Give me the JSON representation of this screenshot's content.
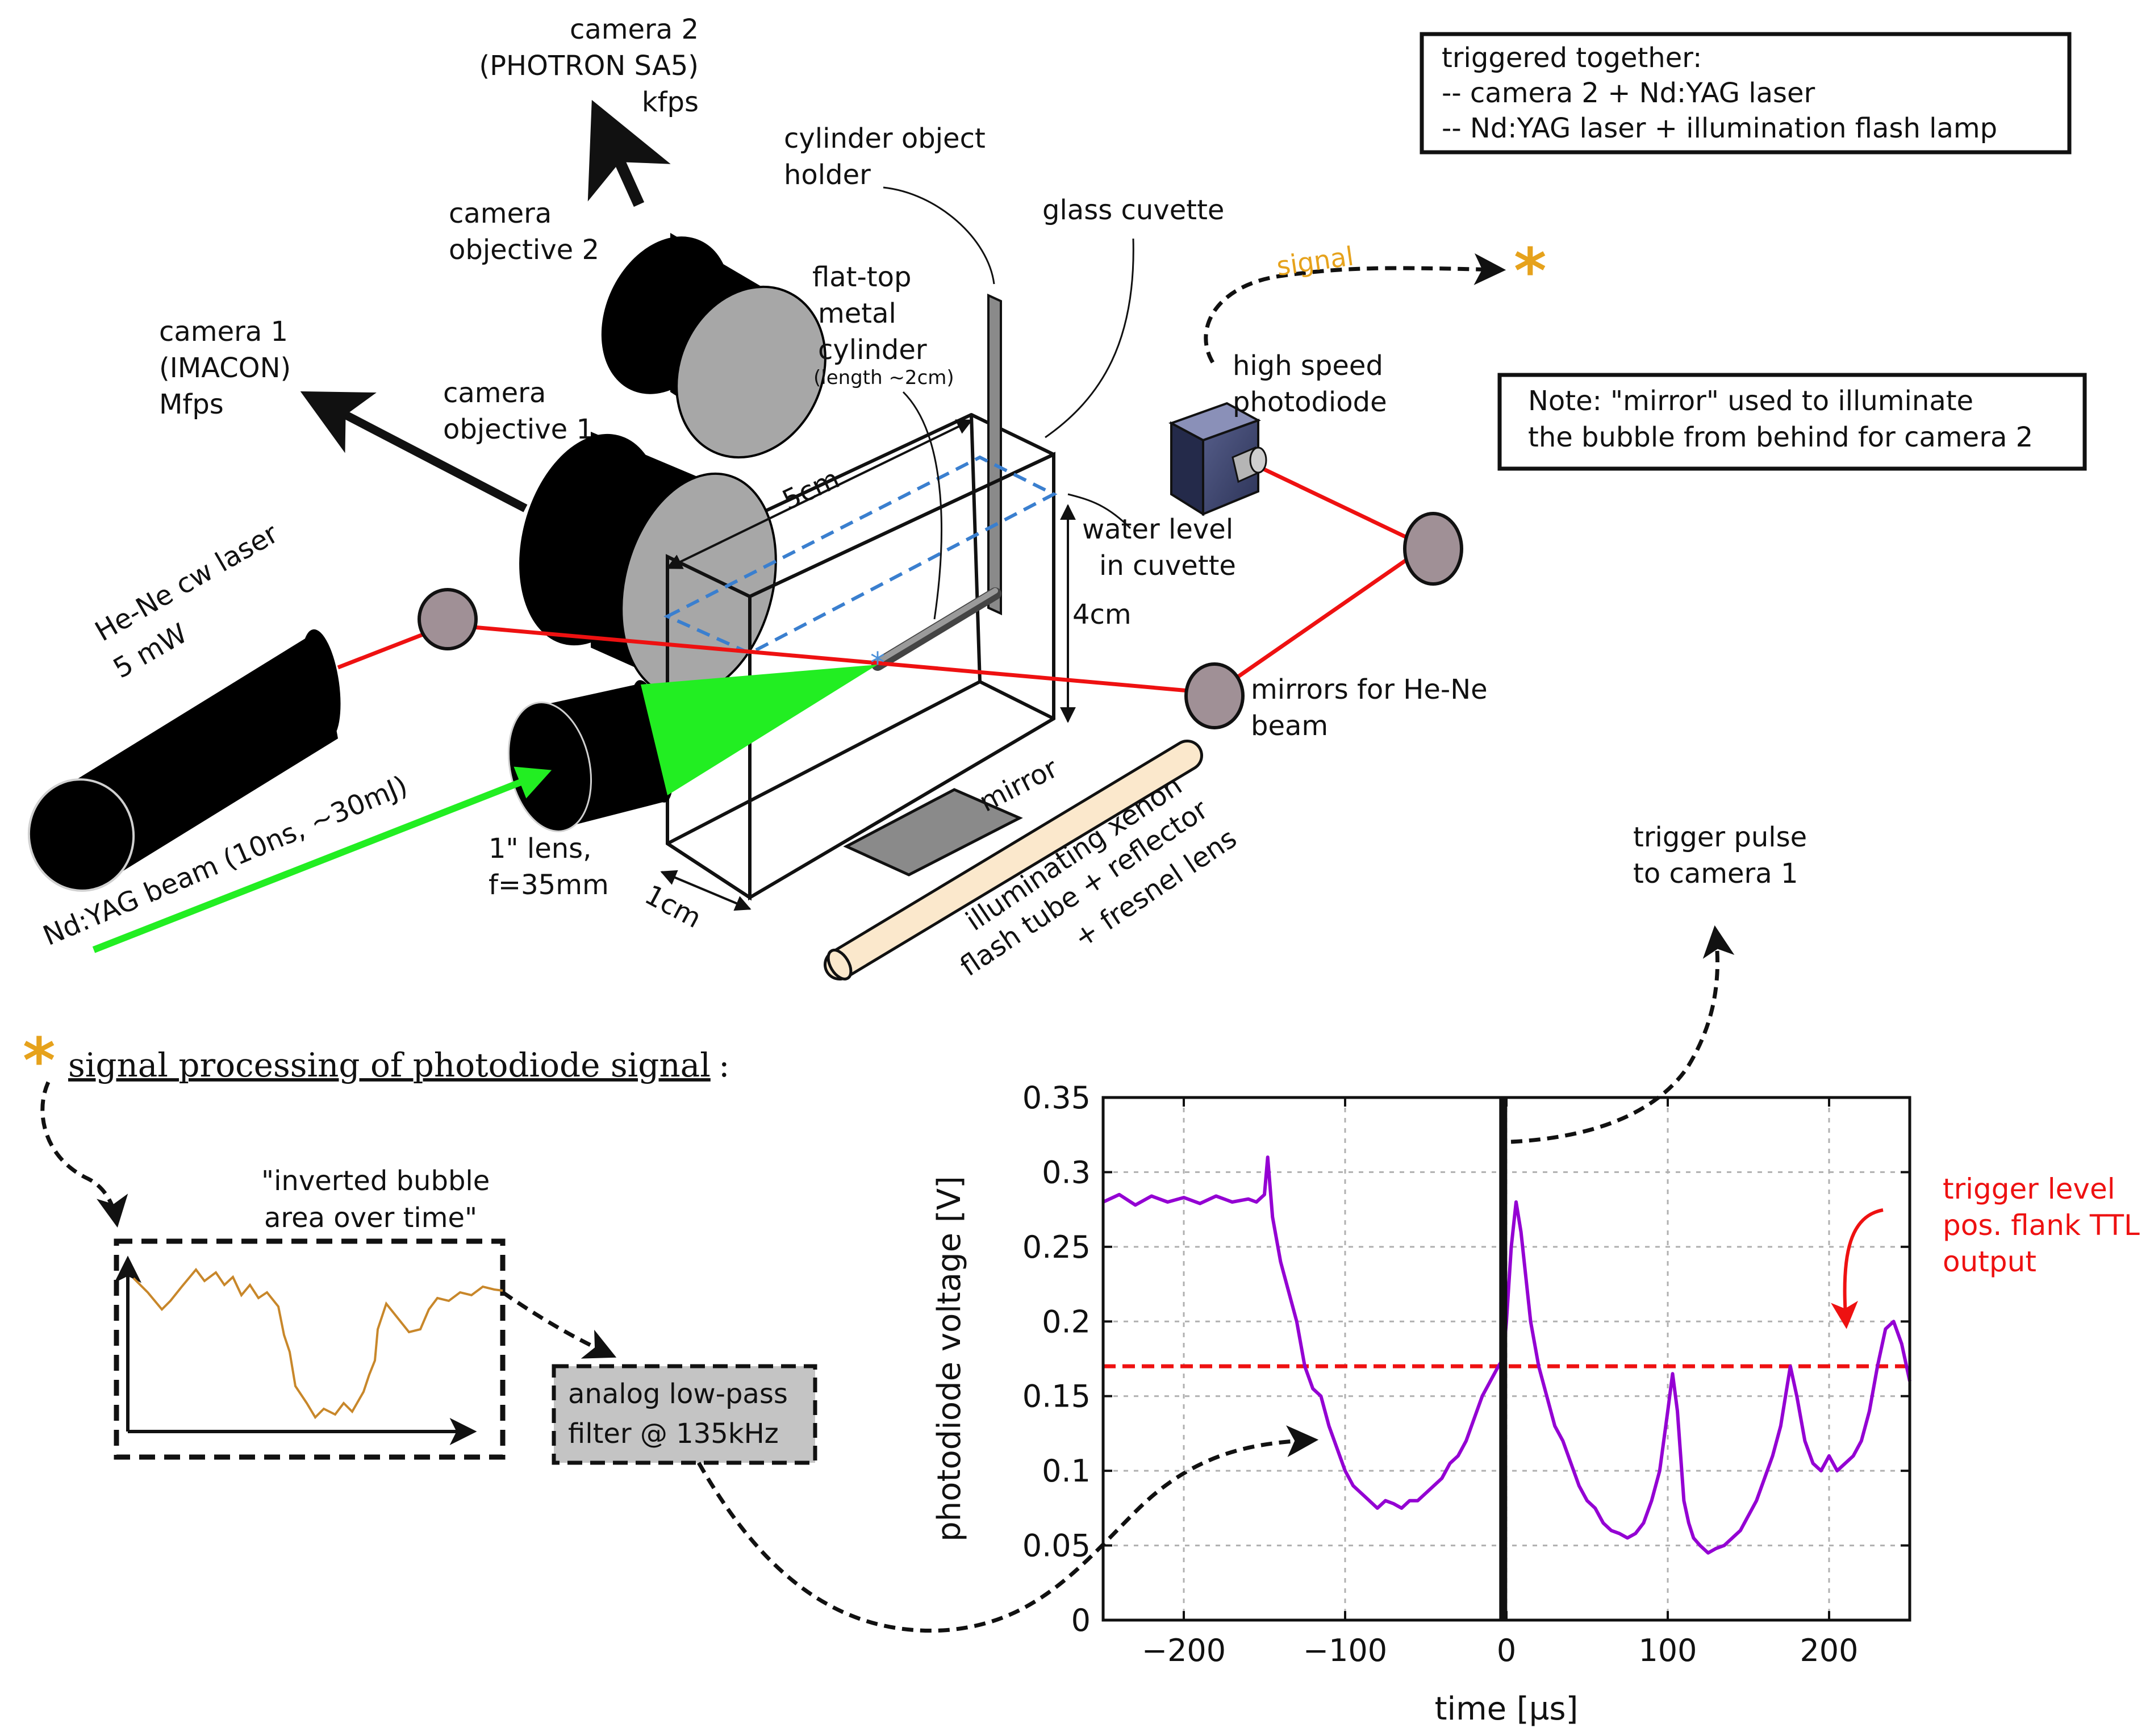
{
  "colors": {
    "he_ne_beam": "#ee1111",
    "nd_yag_beam": "#22ee22",
    "signal_orange": "#e6a21c",
    "trace_purple": "#9400d3",
    "trigger_red": "#ee1111",
    "water_dashed_blue": "#3a7fcf",
    "objective_grey": "#a7a7a7",
    "mirror_fill": "#a09096",
    "flash_tube_fill": "#fbe8cc",
    "filter_box_fill": "#c4c4c4",
    "inset_trace": "#c8872a"
  },
  "notes": {
    "triggered_together": {
      "line1": "triggered together:",
      "line2": "-- camera 2 + Nd:YAG laser",
      "line3": "-- Nd:YAG laser + illumination flash lamp"
    },
    "mirror_note": {
      "line1": "Note: \"mirror\" used to illuminate",
      "line2": "the bubble from behind for camera 2"
    }
  },
  "labels": {
    "camera2": {
      "line1": "camera 2",
      "line2": "(PHOTRON SA5)",
      "line3": "kfps"
    },
    "camera_objective2": {
      "line1": "camera",
      "line2": "objective 2"
    },
    "camera1": {
      "line1": "camera 1",
      "line2": "(IMACON)",
      "line3": "Mfps"
    },
    "camera_objective1": {
      "line1": "camera",
      "line2": "objective 1"
    },
    "cylinder_holder": {
      "line1": "cylinder object",
      "line2": "holder"
    },
    "glass_cuvette": "glass cuvette",
    "flat_top": {
      "line1": "flat-top",
      "line2": "metal",
      "line3": "cylinder",
      "line4": "(length ~2cm)"
    },
    "dim_5cm": "5cm",
    "dim_4cm": "4cm",
    "dim_1cm": "1cm",
    "water_level": {
      "line1": "water level",
      "line2": "in cuvette"
    },
    "signal": "signal",
    "high_speed_photodiode": {
      "line1": "high speed",
      "line2": "photodiode"
    },
    "he_ne_laser": {
      "line1": "He-Ne cw laser",
      "line2": "5 mW"
    },
    "mirrors_he_ne": {
      "line1": "mirrors for He-Ne",
      "line2": "beam"
    },
    "mirror": "mirror",
    "nd_yag_beam": "Nd:YAG beam (10ns, ~30mJ)",
    "lens": {
      "line1": "1\" lens,",
      "line2": "f=35mm"
    },
    "flash_tube": {
      "line1": "illuminating  xenon",
      "line2": "flash tube + reflector",
      "line3": "+ fresnel lens"
    },
    "trigger_pulse": {
      "line1": "trigger pulse",
      "line2": "to camera 1"
    },
    "signal_processing": "signal processing of photodiode signal",
    "signal_processing_colon": ":",
    "asterisk": "*",
    "inverted_bubble": {
      "line1": "\"inverted bubble",
      "line2": "area over time\""
    },
    "filter": {
      "line1": "analog low-pass",
      "line2": "filter @ 135kHz"
    },
    "trigger_level": {
      "line1": "trigger level",
      "line2": "pos. flank TTL",
      "line3": "output"
    }
  },
  "chart_data": {
    "type": "line",
    "xlabel": "time [µs]",
    "ylabel": "photodiode voltage [V]",
    "xlim": [
      -250,
      250
    ],
    "ylim": [
      0,
      0.35
    ],
    "xticks": [
      -200,
      -100,
      0,
      100,
      200
    ],
    "xtick_labels": [
      "−200",
      "−100",
      "0",
      "100",
      "200"
    ],
    "yticks": [
      0,
      0.05,
      0.1,
      0.15,
      0.2,
      0.25,
      0.3,
      0.35
    ],
    "ytick_labels": [
      "0",
      "0.05",
      "0.1",
      "0.15",
      "0.2",
      "0.25",
      "0.3",
      "0.35"
    ],
    "grid": true,
    "trigger_level": 0.17,
    "trigger_line_x": -2,
    "series": [
      {
        "x": [
          -250,
          -240,
          -230,
          -220,
          -210,
          -200,
          -190,
          -180,
          -170,
          -160,
          -155,
          -150,
          -148,
          -145,
          -140,
          -135,
          -130,
          -125,
          -120,
          -115,
          -110,
          -105,
          -100,
          -95,
          -90,
          -85,
          -80,
          -75,
          -70,
          -65,
          -60,
          -55,
          -50,
          -45,
          -40,
          -35,
          -30,
          -25,
          -20,
          -15,
          -10,
          -5,
          -2,
          0,
          3,
          6,
          9,
          12,
          15,
          20,
          25,
          30,
          35,
          40,
          45,
          50,
          55,
          60,
          65,
          70,
          75,
          80,
          85,
          90,
          95,
          100,
          103,
          106,
          108,
          110,
          113,
          116,
          120,
          125,
          130,
          135,
          140,
          145,
          150,
          155,
          160,
          165,
          170,
          173,
          176,
          180,
          185,
          190,
          195,
          200,
          205,
          210,
          215,
          220,
          225,
          230,
          235,
          240,
          245,
          250
        ],
        "y": [
          0.28,
          0.285,
          0.278,
          0.284,
          0.28,
          0.283,
          0.279,
          0.284,
          0.28,
          0.282,
          0.28,
          0.285,
          0.31,
          0.27,
          0.24,
          0.22,
          0.2,
          0.17,
          0.155,
          0.15,
          0.13,
          0.115,
          0.1,
          0.09,
          0.085,
          0.08,
          0.075,
          0.08,
          0.078,
          0.075,
          0.08,
          0.08,
          0.085,
          0.09,
          0.095,
          0.105,
          0.11,
          0.12,
          0.135,
          0.15,
          0.16,
          0.17,
          0.175,
          0.2,
          0.25,
          0.28,
          0.26,
          0.23,
          0.2,
          0.17,
          0.15,
          0.13,
          0.12,
          0.105,
          0.09,
          0.08,
          0.075,
          0.065,
          0.06,
          0.058,
          0.055,
          0.058,
          0.065,
          0.08,
          0.1,
          0.14,
          0.165,
          0.14,
          0.11,
          0.08,
          0.065,
          0.055,
          0.05,
          0.045,
          0.048,
          0.05,
          0.055,
          0.06,
          0.07,
          0.08,
          0.095,
          0.11,
          0.13,
          0.15,
          0.17,
          0.15,
          0.12,
          0.105,
          0.1,
          0.11,
          0.1,
          0.105,
          0.11,
          0.12,
          0.14,
          0.17,
          0.195,
          0.2,
          0.185,
          0.16
        ]
      }
    ]
  }
}
